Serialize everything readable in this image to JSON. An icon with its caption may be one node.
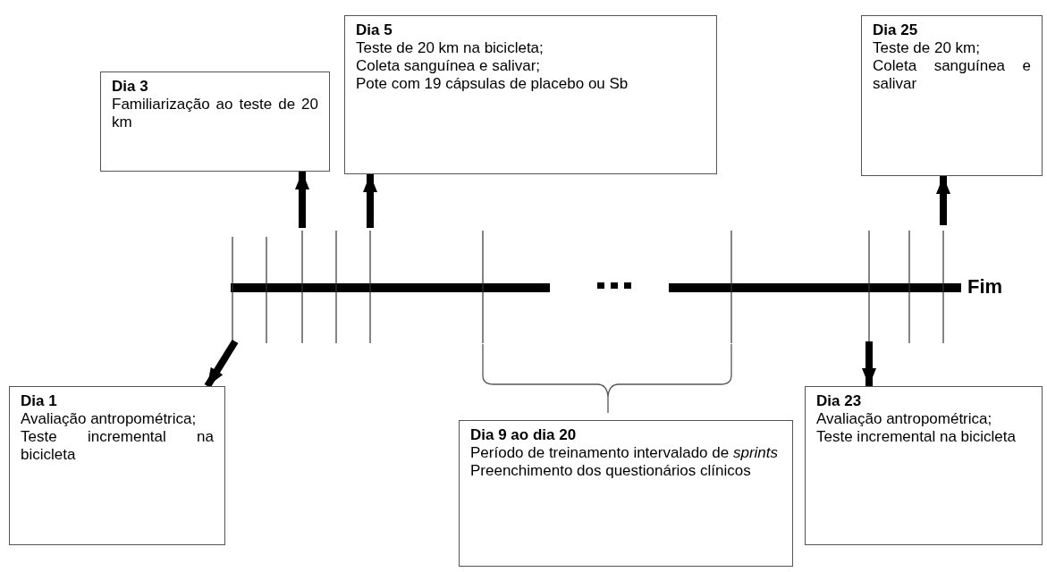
{
  "diagram": {
    "nodes": [
      {
        "text": [
          "Dia 3",
          "Familiarização ao teste de 20 km"
        ]
      },
      {
        "text": [
          "Dia 5",
          "Teste de 20 km na bicicleta;",
          "Coleta sanguínea e salivar;",
          "Pote com 19 cápsulas de placebo ou Sb"
        ]
      },
      {
        "text": [
          "Dia 25",
          "Teste de 20 km;",
          "Coleta sanguínea e salivar"
        ]
      },
      {
        "text": [
          "Dia 1",
          "Avaliação antropométrica;",
          "Teste incremental na bicicleta"
        ]
      },
      {
        "text": [
          "Dia 9 ao dia 20",
          "Período de treinamento intervalado de *sprints*",
          "Preenchimento dos questionários clínicos"
        ]
      },
      {
        "text": [
          "Dia 23",
          "Avaliação antropométrica;",
          "Teste incremental na bicicleta"
        ]
      }
    ],
    "edges": [
      {
        "from": null,
        "to": 0,
        "arrow": "to"
      },
      {
        "from": null,
        "to": 1,
        "arrow": "to"
      },
      {
        "from": null,
        "to": 2,
        "arrow": "to"
      },
      {
        "from": null,
        "to": 3,
        "arrow": "to"
      },
      {
        "from": null,
        "to": 5,
        "arrow": "to"
      }
    ],
    "labels": [
      "Fim"
    ]
  }
}
